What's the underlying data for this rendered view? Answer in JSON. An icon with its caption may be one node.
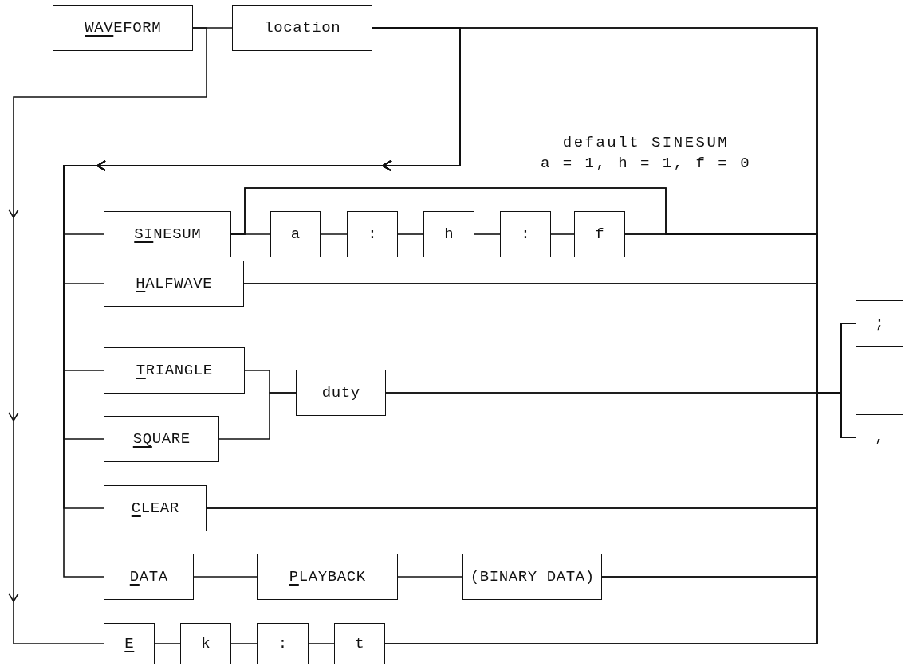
{
  "diagram": {
    "nodes": [
      {
        "text": [
          "WAVEFORM"
        ]
      },
      {
        "text": [
          "location"
        ]
      },
      {
        "text": [
          "SINESUM"
        ]
      },
      {
        "text": [
          "a"
        ]
      },
      {
        "text": [
          ":"
        ]
      },
      {
        "text": [
          "h"
        ]
      },
      {
        "text": [
          ":"
        ]
      },
      {
        "text": [
          "f"
        ]
      },
      {
        "text": [
          "HALFWAVE"
        ]
      },
      {
        "text": [
          "TRIANGLE"
        ]
      },
      {
        "text": [
          "SQUARE"
        ]
      },
      {
        "text": [
          "duty"
        ]
      },
      {
        "text": [
          "CLEAR"
        ]
      },
      {
        "text": [
          "DATA"
        ]
      },
      {
        "text": [
          "PLAYBACK"
        ]
      },
      {
        "text": [
          "(BINARY DATA)"
        ]
      },
      {
        "text": [
          "E"
        ]
      },
      {
        "text": [
          "k"
        ]
      },
      {
        "text": [
          ":"
        ]
      },
      {
        "text": [
          "t"
        ]
      },
      {
        "text": [
          ";"
        ]
      },
      {
        "text": [
          ","
        ]
      }
    ],
    "edges": [
      {
        "from": 0,
        "to": 1,
        "arrow": "none"
      },
      {
        "from": 0,
        "to": 16,
        "arrow": "to"
      },
      {
        "from": 1,
        "to": 2,
        "arrow": "to"
      },
      {
        "from": 1,
        "to": 8,
        "arrow": "to"
      },
      {
        "from": 1,
        "to": 9,
        "arrow": "to"
      },
      {
        "from": 1,
        "to": 10,
        "arrow": "to"
      },
      {
        "from": 1,
        "to": 12,
        "arrow": "to"
      },
      {
        "from": 1,
        "to": 13,
        "arrow": "to"
      },
      {
        "from": 2,
        "to": 3,
        "arrow": "none"
      },
      {
        "from": 3,
        "to": 4,
        "arrow": "none"
      },
      {
        "from": 4,
        "to": 5,
        "arrow": "none"
      },
      {
        "from": 5,
        "to": 6,
        "arrow": "none"
      },
      {
        "from": 6,
        "to": 7,
        "arrow": "none"
      },
      {
        "from": 9,
        "to": 11,
        "arrow": "none"
      },
      {
        "from": 10,
        "to": 11,
        "arrow": "none"
      },
      {
        "from": 13,
        "to": 14,
        "arrow": "none"
      },
      {
        "from": 14,
        "to": 15,
        "arrow": "none"
      },
      {
        "from": 16,
        "to": 17,
        "arrow": "none"
      },
      {
        "from": 17,
        "to": 18,
        "arrow": "none"
      },
      {
        "from": 18,
        "to": 19,
        "arrow": "none"
      },
      {
        "from": 1,
        "to": 20,
        "arrow": "none"
      },
      {
        "from": 1,
        "to": 21,
        "arrow": "none"
      },
      {
        "from": 2,
        "to": 20,
        "arrow": "none"
      },
      {
        "from": 2,
        "to": 21,
        "arrow": "none"
      },
      {
        "from": 7,
        "to": 20,
        "arrow": "none"
      },
      {
        "from": 7,
        "to": 21,
        "arrow": "none"
      },
      {
        "from": 8,
        "to": 20,
        "arrow": "none"
      },
      {
        "from": 8,
        "to": 21,
        "arrow": "none"
      },
      {
        "from": 11,
        "to": 20,
        "arrow": "none"
      },
      {
        "from": 11,
        "to": 21,
        "arrow": "none"
      },
      {
        "from": 12,
        "to": 20,
        "arrow": "none"
      },
      {
        "from": 12,
        "to": 21,
        "arrow": "none"
      },
      {
        "from": 15,
        "to": 20,
        "arrow": "none"
      },
      {
        "from": 15,
        "to": 21,
        "arrow": "none"
      },
      {
        "from": 19,
        "to": 20,
        "arrow": "none"
      },
      {
        "from": 19,
        "to": 21,
        "arrow": "none"
      }
    ],
    "labels": [
      "default SINESUM",
      "a = 1, h = 1, f = 0"
    ]
  }
}
